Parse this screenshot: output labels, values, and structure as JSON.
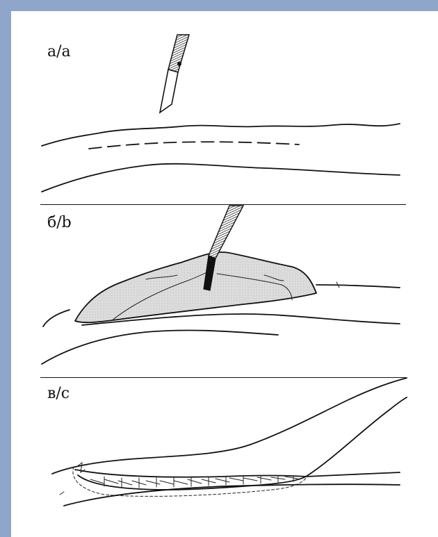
{
  "panels": [
    {
      "id": "a",
      "label": "а/a"
    },
    {
      "id": "b",
      "label": "б/b"
    },
    {
      "id": "c",
      "label": "в/c"
    }
  ],
  "colors": {
    "frame": "#8fa5c9",
    "ink": "#111111",
    "tissue_fill": "#dcdcdc"
  }
}
